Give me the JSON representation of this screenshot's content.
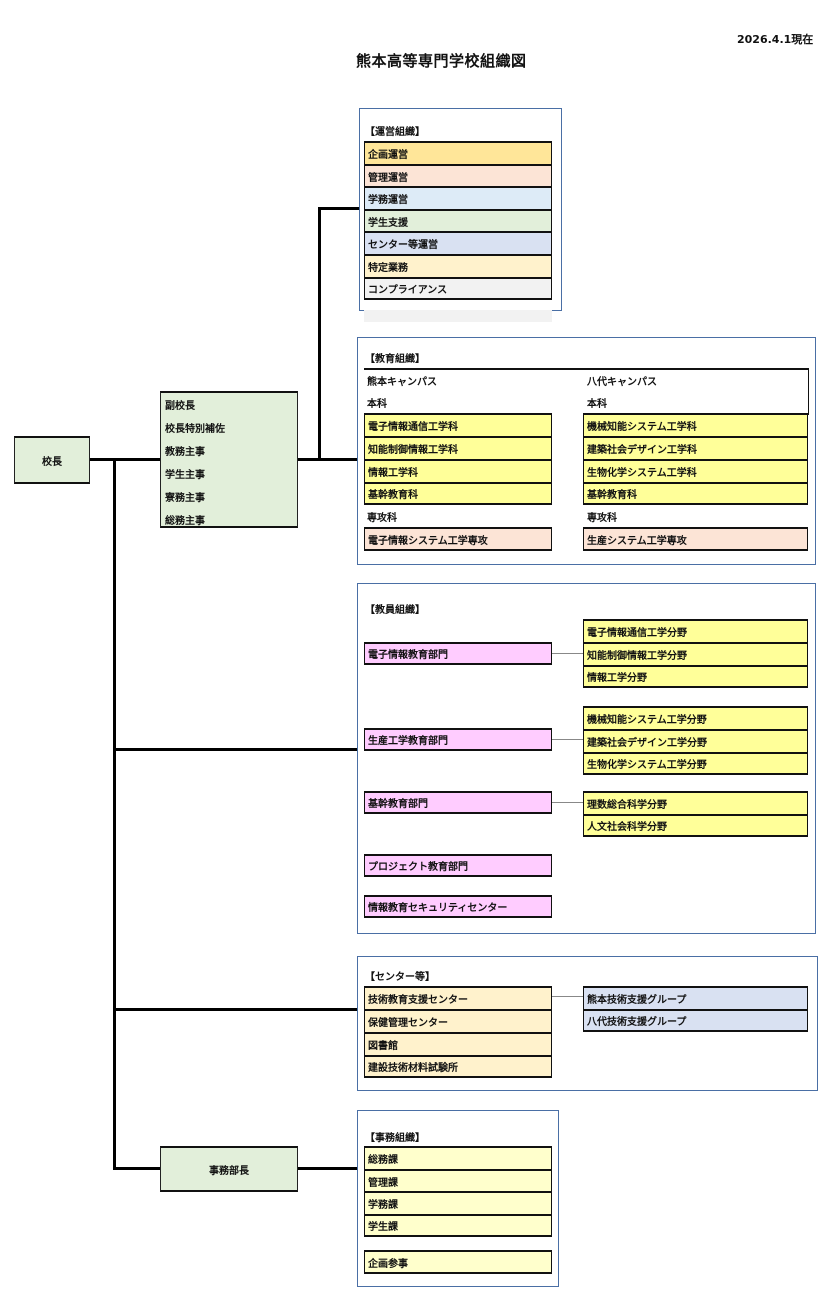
{
  "header": {
    "title": "熊本高等専門学校組織図",
    "as_of": "2026.4.1現在"
  },
  "principal": {
    "label": "校長"
  },
  "vice_group": {
    "items": [
      "副校長",
      "校長特別補佐",
      "教務主事",
      "学生主事",
      "寮務主事",
      "総務主事"
    ]
  },
  "admin_head": {
    "label": "事務部長"
  },
  "operations": {
    "title": "【運営組織】",
    "items": [
      {
        "label": "企画運営",
        "color": "#ffe699"
      },
      {
        "label": "管理運営",
        "color": "#fce4d6"
      },
      {
        "label": "学務運営",
        "color": "#ddebf7"
      },
      {
        "label": "学生支援",
        "color": "#e2efda"
      },
      {
        "label": "センター等運営",
        "color": "#d9e1f2"
      },
      {
        "label": "特定業務",
        "color": "#fff2cc"
      },
      {
        "label": "コンプライアンス",
        "color": "#f2f2f2"
      }
    ]
  },
  "education": {
    "title": "【教育組織】",
    "kumamoto": {
      "campus": "熊本キャンパス",
      "main_label": "本科",
      "departments": [
        "電子情報通信工学科",
        "知能制御情報工学科",
        "情報工学科",
        "基幹教育科"
      ],
      "advanced_label": "専攻科",
      "advanced": [
        "電子情報システム工学専攻"
      ]
    },
    "yatsushiro": {
      "campus": "八代キャンパス",
      "main_label": "本科",
      "departments": [
        "機械知能システム工学科",
        "建築社会デザイン工学科",
        "生物化学システム工学科",
        "基幹教育科"
      ],
      "advanced_label": "専攻科",
      "advanced": [
        "生産システム工学専攻"
      ]
    }
  },
  "faculty": {
    "title": "【教員組織】",
    "divisions": [
      {
        "label": "電子情報教育部門",
        "fields": [
          "電子情報通信工学分野",
          "知能制御情報工学分野",
          "情報工学分野"
        ]
      },
      {
        "label": "生産工学教育部門",
        "fields": [
          "機械知能システム工学分野",
          "建築社会デザイン工学分野",
          "生物化学システム工学分野"
        ]
      },
      {
        "label": "基幹教育部門",
        "fields": [
          "理数総合科学分野",
          "人文社会科学分野"
        ]
      },
      {
        "label": "プロジェクト教育部門",
        "fields": []
      },
      {
        "label": "情報教育セキュリティセンター",
        "fields": []
      }
    ]
  },
  "centers": {
    "title": "【センター等】",
    "items": [
      "技術教育支援センター",
      "保健管理センター",
      "図書館",
      "建設技術材料試験所"
    ],
    "tech_groups": [
      "熊本技術支援グループ",
      "八代技術支援グループ"
    ]
  },
  "office": {
    "title": "【事務組織】",
    "sections": [
      "総務課",
      "管理課",
      "学務課",
      "学生課"
    ],
    "planning": "企画参事"
  }
}
